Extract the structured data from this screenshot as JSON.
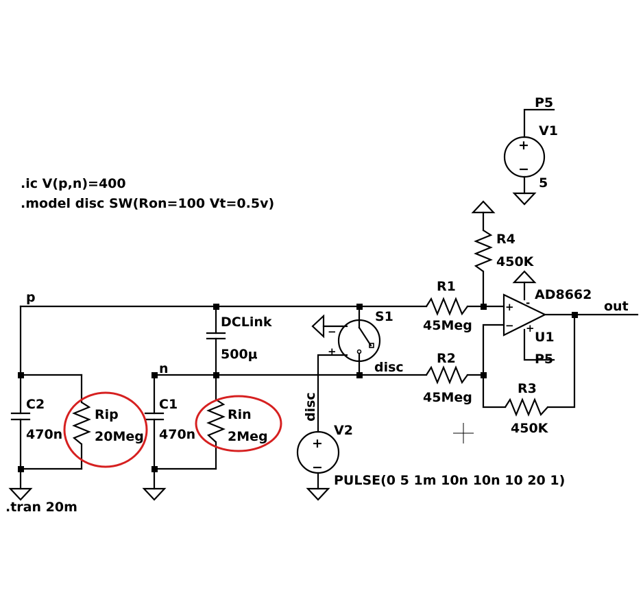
{
  "directives": {
    "ic": ".ic V(p,n)=400",
    "model": ".model disc SW(Ron=100 Vt=0.5v)",
    "tran": ".tran 20m"
  },
  "nets": {
    "p": "p",
    "n": "n",
    "disc": "disc",
    "out": "out",
    "p5_top": "P5",
    "p5_opamp": "P5"
  },
  "components": {
    "C2": {
      "name": "C2",
      "value": "470n"
    },
    "Rip": {
      "name": "Rip",
      "value": "20Meg"
    },
    "C1": {
      "name": "C1",
      "value": "470n"
    },
    "Rin": {
      "name": "Rin",
      "value": "2Meg"
    },
    "DCLink": {
      "name": "DCLink",
      "value": "500μ"
    },
    "S1": {
      "name": "S1",
      "model": "disc"
    },
    "V2": {
      "name": "V2",
      "value": "PULSE(0 5 1m 10n 10n 10 20 1)",
      "net": "disc"
    },
    "R1": {
      "name": "R1",
      "value": "45Meg"
    },
    "R2": {
      "name": "R2",
      "value": "45Meg"
    },
    "R3": {
      "name": "R3",
      "value": "450K"
    },
    "R4": {
      "name": "R4",
      "value": "450K"
    },
    "U1": {
      "name": "U1",
      "part": "AD8662"
    },
    "V1": {
      "name": "V1",
      "value": "5"
    }
  },
  "symbols": {
    "plus": "+",
    "minus": "−",
    "minus_short": "-"
  },
  "highlight_color": "#d62020"
}
